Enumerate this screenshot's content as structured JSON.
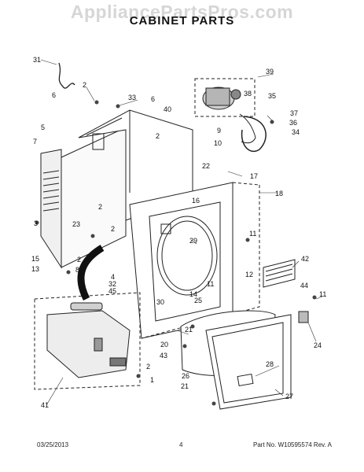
{
  "watermark": "AppliancePartsPros.com",
  "title": "CABINET PARTS",
  "callouts": {
    "c31": "31",
    "c2a": "2",
    "c6a": "6",
    "c5": "5",
    "c7": "7",
    "c33": "33",
    "c6b": "6",
    "c40": "40",
    "c39": "39",
    "c38": "38",
    "c35": "35",
    "c37": "37",
    "c36": "36",
    "c34": "34",
    "c9": "9",
    "c10": "10",
    "c2b": "2",
    "c22": "22",
    "c17": "17",
    "c16": "16",
    "c18": "18",
    "c2c": "2",
    "c3": "3",
    "c23": "23",
    "c2d": "2",
    "c15": "15",
    "c13": "13",
    "c8": "8",
    "c2e": "2",
    "c29": "29",
    "c11a": "11",
    "c12": "12",
    "c42": "42",
    "c4": "4",
    "c32": "32",
    "c45": "45",
    "c11b": "11",
    "c30": "30",
    "c14": "14",
    "c25": "25",
    "c44": "44",
    "c11c": "11",
    "c21a": "21",
    "c20": "20",
    "c24": "24",
    "c43": "43",
    "c2f": "2",
    "c28": "28",
    "c26": "26",
    "c21b": "21",
    "c27": "27",
    "c41": "41",
    "c1": "1"
  },
  "footer": {
    "date": "03/25/2013",
    "page": "4",
    "part": "Part No. W10595574  Rev. A"
  }
}
